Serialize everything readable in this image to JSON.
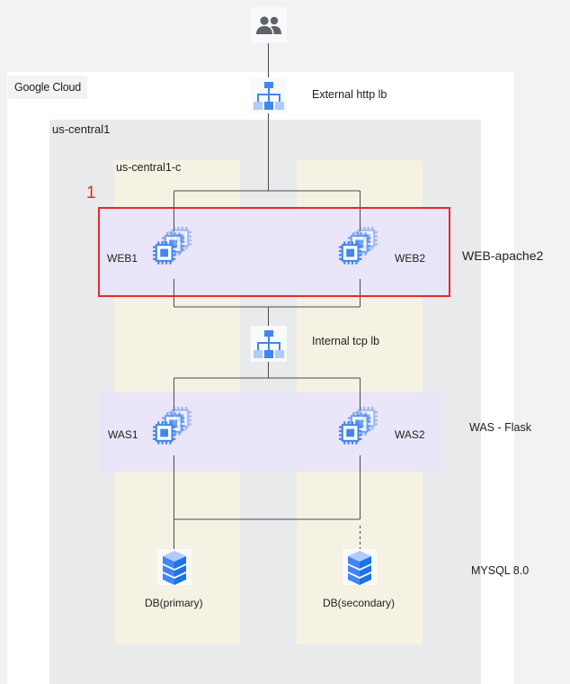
{
  "provider": {
    "logo_text": "Google Cloud"
  },
  "region": {
    "label": "us-central1"
  },
  "zone": {
    "label": "us-central1-c"
  },
  "callout_marker": "1",
  "users": {
    "icon": "users-icon"
  },
  "external_lb": {
    "label": "External http lb",
    "icon": "load-balancer-icon"
  },
  "internal_lb": {
    "label": "Internal tcp lb",
    "icon": "load-balancer-icon"
  },
  "web_tier": {
    "label": "WEB-apache2",
    "nodes": [
      {
        "label": "WEB1",
        "icon": "compute-engine-icon"
      },
      {
        "label": "WEB2",
        "icon": "compute-engine-icon"
      }
    ]
  },
  "was_tier": {
    "label": "WAS - Flask",
    "nodes": [
      {
        "label": "WAS1",
        "icon": "compute-engine-icon"
      },
      {
        "label": "WAS2",
        "icon": "compute-engine-icon"
      }
    ]
  },
  "db_tier": {
    "label": "MYSQL 8.0",
    "nodes": [
      {
        "label": "DB(primary)",
        "icon": "database-icon"
      },
      {
        "label": "DB(secondary)",
        "icon": "database-icon"
      }
    ]
  },
  "colors": {
    "icon_blue": "#4285f4",
    "icon_light_blue": "#aecbfa",
    "highlight_red": "#e8272a",
    "tier_fill": "#e8e4fa",
    "zone_fill": "#f6f2e3"
  }
}
